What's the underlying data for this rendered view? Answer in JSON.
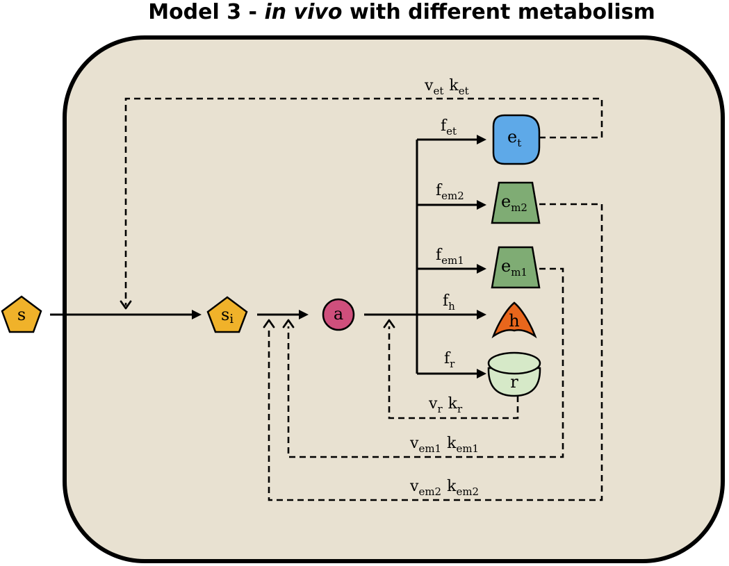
{
  "title": {
    "prefix": "Model 3 - ",
    "italic": "in vivo",
    "suffix": " with different metabolism"
  },
  "colors": {
    "cell_fill": "#e8e1d1",
    "substrate": "#f0b22a",
    "a_node": "#cf4f7c",
    "transporter": "#5ea9e8",
    "enzyme": "#7fac74",
    "housekeeping": "#e8661c",
    "ribosome": "#d6e9c8"
  },
  "nodes": {
    "s": "s",
    "si_base": "s",
    "si_sub": "i",
    "a": "a",
    "et_base": "e",
    "et_sub": "t",
    "em2_base": "e",
    "em2_sub": "m2",
    "em1_base": "e",
    "em1_sub": "m1",
    "h": "h",
    "r": "r"
  },
  "flux_labels": {
    "fet": {
      "base": "f",
      "sub": "et"
    },
    "fem2": {
      "base": "f",
      "sub": "em2"
    },
    "fem1": {
      "base": "f",
      "sub": "em1"
    },
    "fh": {
      "base": "f",
      "sub": "h"
    },
    "fr": {
      "base": "f",
      "sub": "r"
    }
  },
  "feedback_labels": {
    "et": {
      "v": "v",
      "v_sub": "et",
      "k": "k",
      "k_sub": "et"
    },
    "r": {
      "v": "v",
      "v_sub": "r",
      "k": "k",
      "k_sub": "r"
    },
    "em1": {
      "v": "v",
      "v_sub": "em1",
      "k": "k",
      "k_sub": "em1"
    },
    "em2": {
      "v": "v",
      "v_sub": "em2",
      "k": "k",
      "k_sub": "em2"
    }
  }
}
